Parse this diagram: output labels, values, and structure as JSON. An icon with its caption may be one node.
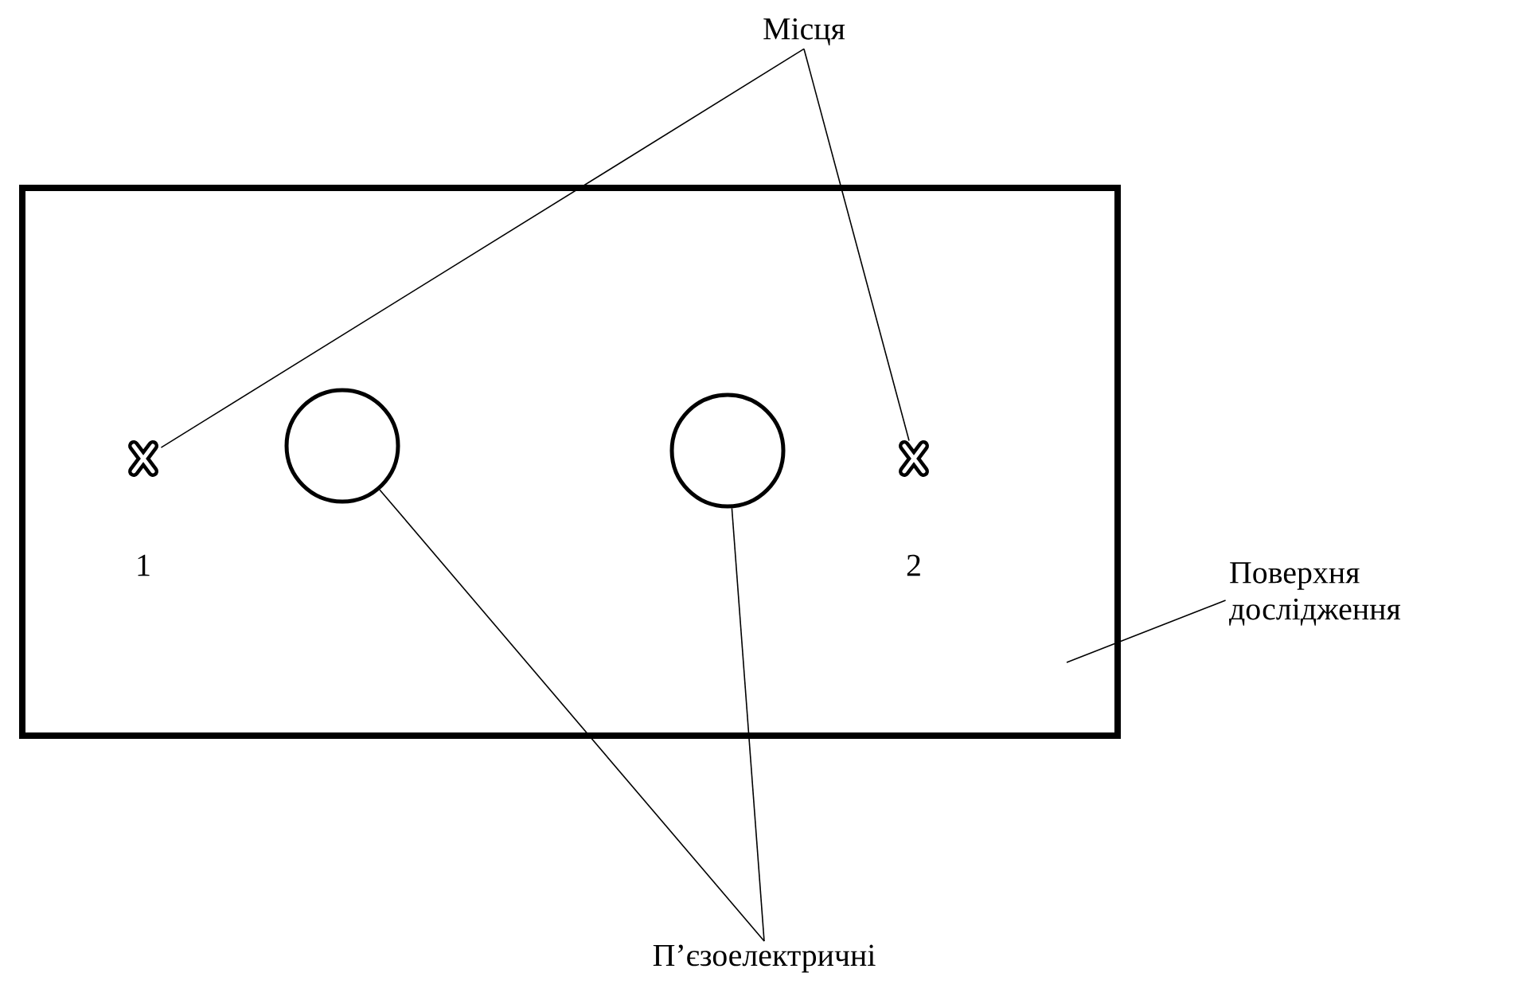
{
  "diagram": {
    "nodes": [
      {
        "text": [
          "Місця"
        ]
      },
      {
        "text": [],
        "shape": "box"
      },
      {
        "text": [],
        "shape": "cross",
        "in": 1
      },
      {
        "text": [],
        "shape": "circle",
        "in": 1
      },
      {
        "text": [],
        "shape": "circle",
        "in": 1
      },
      {
        "text": [],
        "shape": "cross",
        "in": 1
      },
      {
        "text": [
          "Поверхня дослідження"
        ]
      },
      {
        "text": [
          "П’єзоелектричні"
        ]
      }
    ],
    "edges": [
      {
        "from": 0,
        "to": 2,
        "arrow": "none"
      },
      {
        "from": 0,
        "to": 5,
        "arrow": "none"
      },
      {
        "from": 6,
        "to": 1,
        "arrow": "none"
      },
      {
        "from": 7,
        "to": 3,
        "arrow": "none"
      },
      {
        "from": 7,
        "to": 4,
        "arrow": "none"
      }
    ],
    "labels": [
      "1",
      "2"
    ]
  }
}
